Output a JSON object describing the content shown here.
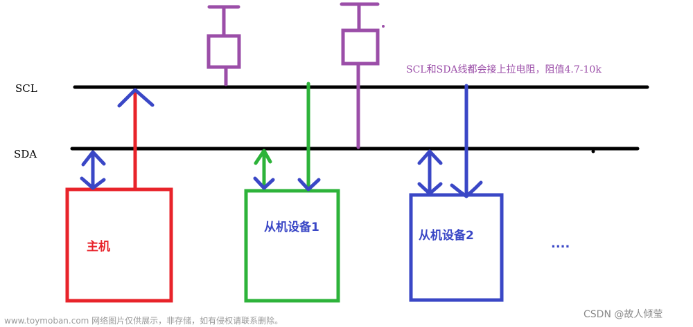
{
  "labels": {
    "scl": "SCL",
    "sda": "SDA",
    "pullup_note": "SCL和SDA线都会接上拉电阻，阻值4.7-10k",
    "master": "主机",
    "slave1": "从机设备1",
    "slave2": "从机设备2",
    "more": "....",
    "watermark_site": "www.toymoban.com 网络图片仅供展示，非存储，如有侵权请联系删除。",
    "watermark_author": "CSDN @故人倾莹"
  },
  "colors": {
    "bus": "#000000",
    "master": "#e8232a",
    "slave1": "#2db33a",
    "slave2": "#3a47c6",
    "resistor": "#9b4ea8",
    "note": "#9b4ea8"
  }
}
